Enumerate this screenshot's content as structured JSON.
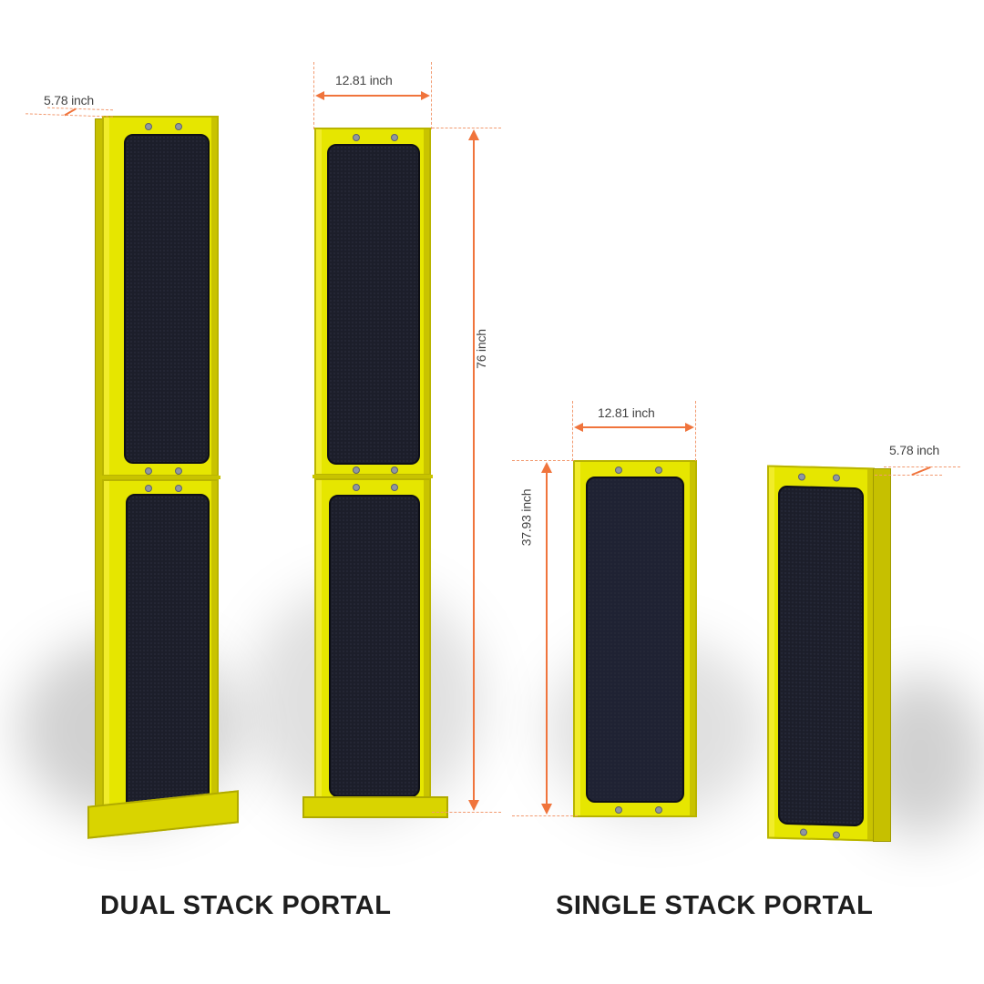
{
  "colors": {
    "frame_yellow": "#e6e600",
    "pad_black": "#1c1e2a",
    "dimension_orange": "#f0743c",
    "label_gray": "#444444",
    "caption_black": "#1e1e1e"
  },
  "products": [
    {
      "name": "Dual Stack Portal",
      "caption": "DUAL STACK PORTAL",
      "views": [
        "angled",
        "front"
      ],
      "dimensions": {
        "depth": "5.78 inch",
        "width": "12.81 inch",
        "height": "76 inch"
      }
    },
    {
      "name": "Single Stack Portal",
      "caption": "SINGLE STACK PORTAL",
      "views": [
        "front",
        "angled"
      ],
      "dimensions": {
        "width": "12.81 inch",
        "height": "37.93 inch",
        "depth": "5.78 inch"
      }
    }
  ]
}
